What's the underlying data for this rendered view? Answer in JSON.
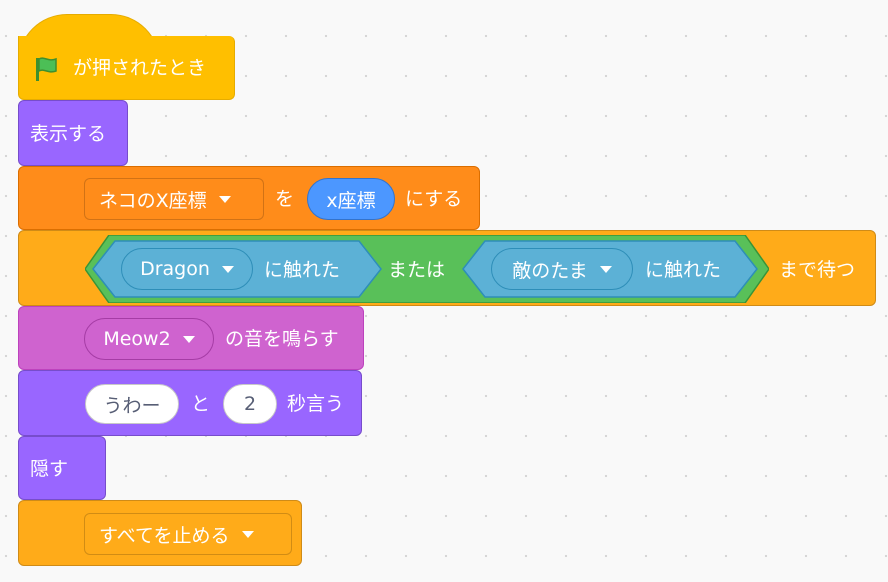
{
  "blocks": {
    "when_flag": {
      "label": "が押されたとき"
    },
    "show": {
      "label": "表示する"
    },
    "set_var": {
      "dropdown": "ネコのX座標",
      "word_to": "を",
      "reporter": "x座標",
      "word_do": "にする"
    },
    "wait_until": {
      "left_sprite": "Dragon",
      "left_touch": "に触れた",
      "or": "または",
      "right_sprite": "敵のたま",
      "right_touch": "に触れた",
      "suffix": "まで待つ"
    },
    "play_sound": {
      "sound": "Meow2",
      "suffix": "の音を鳴らす"
    },
    "say_for": {
      "message": "うわー",
      "word_and": "と",
      "seconds": "2",
      "suffix": "秒言う"
    },
    "hide": {
      "label": "隠す"
    },
    "stop": {
      "option": "すべてを止める"
    }
  },
  "colors": {
    "events": "#ffbf00",
    "looks": "#9966ff",
    "variables": "#ff8c1a",
    "control": "#ffab19",
    "sensing": "#5cb1d6",
    "operators": "#59c059",
    "sound": "#cf63cf"
  }
}
